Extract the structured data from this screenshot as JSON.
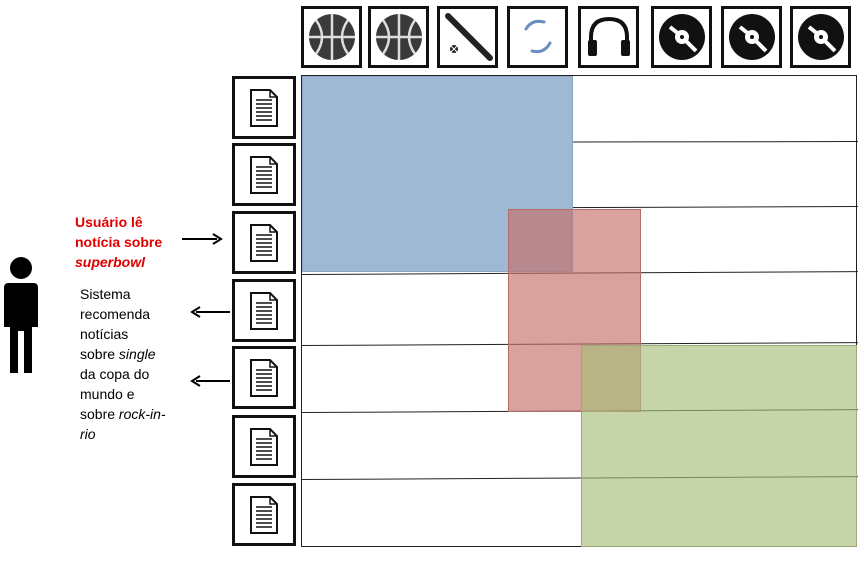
{
  "top_icons": [
    {
      "icon": "basketball-icon"
    },
    {
      "icon": "basketball-icon"
    },
    {
      "icon": "baseball-bat-icon"
    },
    {
      "icon": "football-icon"
    },
    {
      "icon": "headphones-icon"
    },
    {
      "icon": "vinyl-record-icon"
    },
    {
      "icon": "vinyl-record-icon"
    },
    {
      "icon": "vinyl-record-icon"
    }
  ],
  "documents": [
    {
      "icon": "document-icon"
    },
    {
      "icon": "document-icon"
    },
    {
      "icon": "document-icon"
    },
    {
      "icon": "document-icon"
    },
    {
      "icon": "document-icon"
    },
    {
      "icon": "document-icon"
    },
    {
      "icon": "document-icon"
    }
  ],
  "user_action": {
    "line1": "Usuário lê",
    "line2": "notícia sobre",
    "line3": "superbowl",
    "color": "#e00000"
  },
  "system_action": {
    "lines": [
      "Sistema",
      "recomenda",
      "notícias",
      "sobre ",
      "da copa do",
      "mundo e",
      "sobre ",
      "rio"
    ],
    "italic_single": "single",
    "italic_rock": "rock-in-"
  },
  "regions": [
    {
      "name": "sports-cluster",
      "color": "#9fb8d3"
    },
    {
      "name": "football-cluster",
      "color": "#d09490"
    },
    {
      "name": "music-cluster",
      "color": "#c3d3a5"
    }
  ]
}
